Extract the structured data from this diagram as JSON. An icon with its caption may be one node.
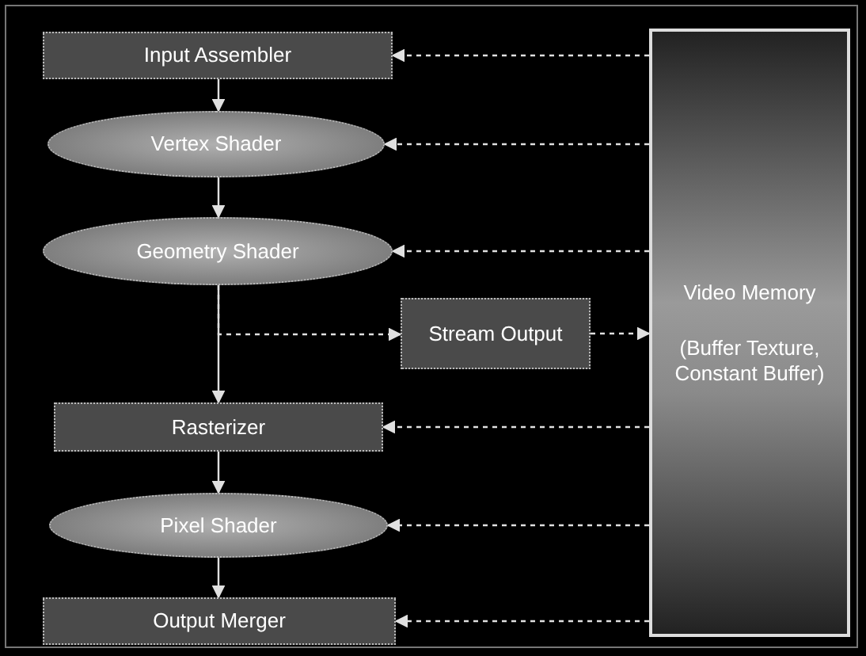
{
  "diagram": {
    "nodes": [
      {
        "text": [
          "Input Assembler"
        ]
      },
      {
        "text": [
          "Vertex Shader"
        ]
      },
      {
        "text": [
          "Geometry Shader"
        ]
      },
      {
        "text": [
          "Stream Output"
        ]
      },
      {
        "text": [
          "Video Memory",
          "(Buffer Texture, Constant Buffer)"
        ]
      },
      {
        "text": [
          "Rasterizer"
        ]
      },
      {
        "text": [
          "Pixel Shader"
        ]
      },
      {
        "text": [
          "Output Merger"
        ]
      }
    ],
    "edges": [
      {
        "from": 0,
        "to": 1,
        "arrow": "to"
      },
      {
        "from": 1,
        "to": 2,
        "arrow": "to"
      },
      {
        "from": 2,
        "to": 5,
        "arrow": "to"
      },
      {
        "from": 2,
        "to": 3,
        "arrow": "to",
        "style": "dashed"
      },
      {
        "from": 3,
        "to": 4,
        "arrow": "to",
        "style": "dashed"
      },
      {
        "from": 4,
        "to": 0,
        "arrow": "to",
        "style": "dashed"
      },
      {
        "from": 4,
        "to": 1,
        "arrow": "to",
        "style": "dashed"
      },
      {
        "from": 4,
        "to": 2,
        "arrow": "to",
        "style": "dashed"
      },
      {
        "from": 4,
        "to": 5,
        "arrow": "to",
        "style": "dashed"
      },
      {
        "from": 4,
        "to": 6,
        "arrow": "to",
        "style": "dashed"
      },
      {
        "from": 4,
        "to": 7,
        "arrow": "to",
        "style": "dashed"
      },
      {
        "from": 5,
        "to": 6,
        "arrow": "to"
      },
      {
        "from": 6,
        "to": 7,
        "arrow": "to"
      }
    ]
  }
}
